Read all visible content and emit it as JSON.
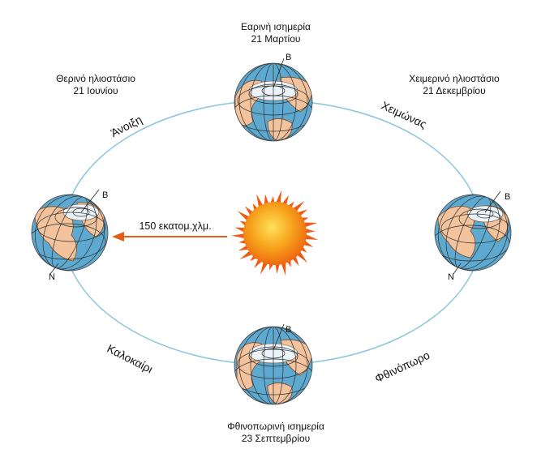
{
  "diagram": {
    "distance_label": "150 εκατομ.χλμ.",
    "positions": {
      "top": {
        "name": "Εαρινή ισημερία",
        "date": "21 Μαρτίου",
        "pole_north": "B"
      },
      "left": {
        "name": "Θερινό ηλιοστάσιο",
        "date": "21 Ιουνίου",
        "pole_north": "B",
        "pole_south": "N"
      },
      "right": {
        "name": "Χειμερινό ηλιοστάσιο",
        "date": "21 Δεκεμβρίου",
        "pole_north": "B",
        "pole_south": "N"
      },
      "bottom": {
        "name": "Φθινοπωρινή ισημερία",
        "date": "23 Σεπτεμβρίου",
        "pole_north": "B"
      }
    },
    "seasons": {
      "top_left": "Άνοιξη",
      "top_right": "Χειμώνας",
      "bottom_left": "Καλοκαίρι",
      "bottom_right": "Φθινόπωρο"
    },
    "colors": {
      "orbit": "#8ec8dc",
      "ocean": "#5ea9cf",
      "land": "#f2c39c",
      "land_border": "#7a4a2a",
      "grid": "#2d2d2d",
      "sun_core": "#f7a21c",
      "sun_rays": "#f05a12",
      "arrow": "#e0601a"
    }
  }
}
